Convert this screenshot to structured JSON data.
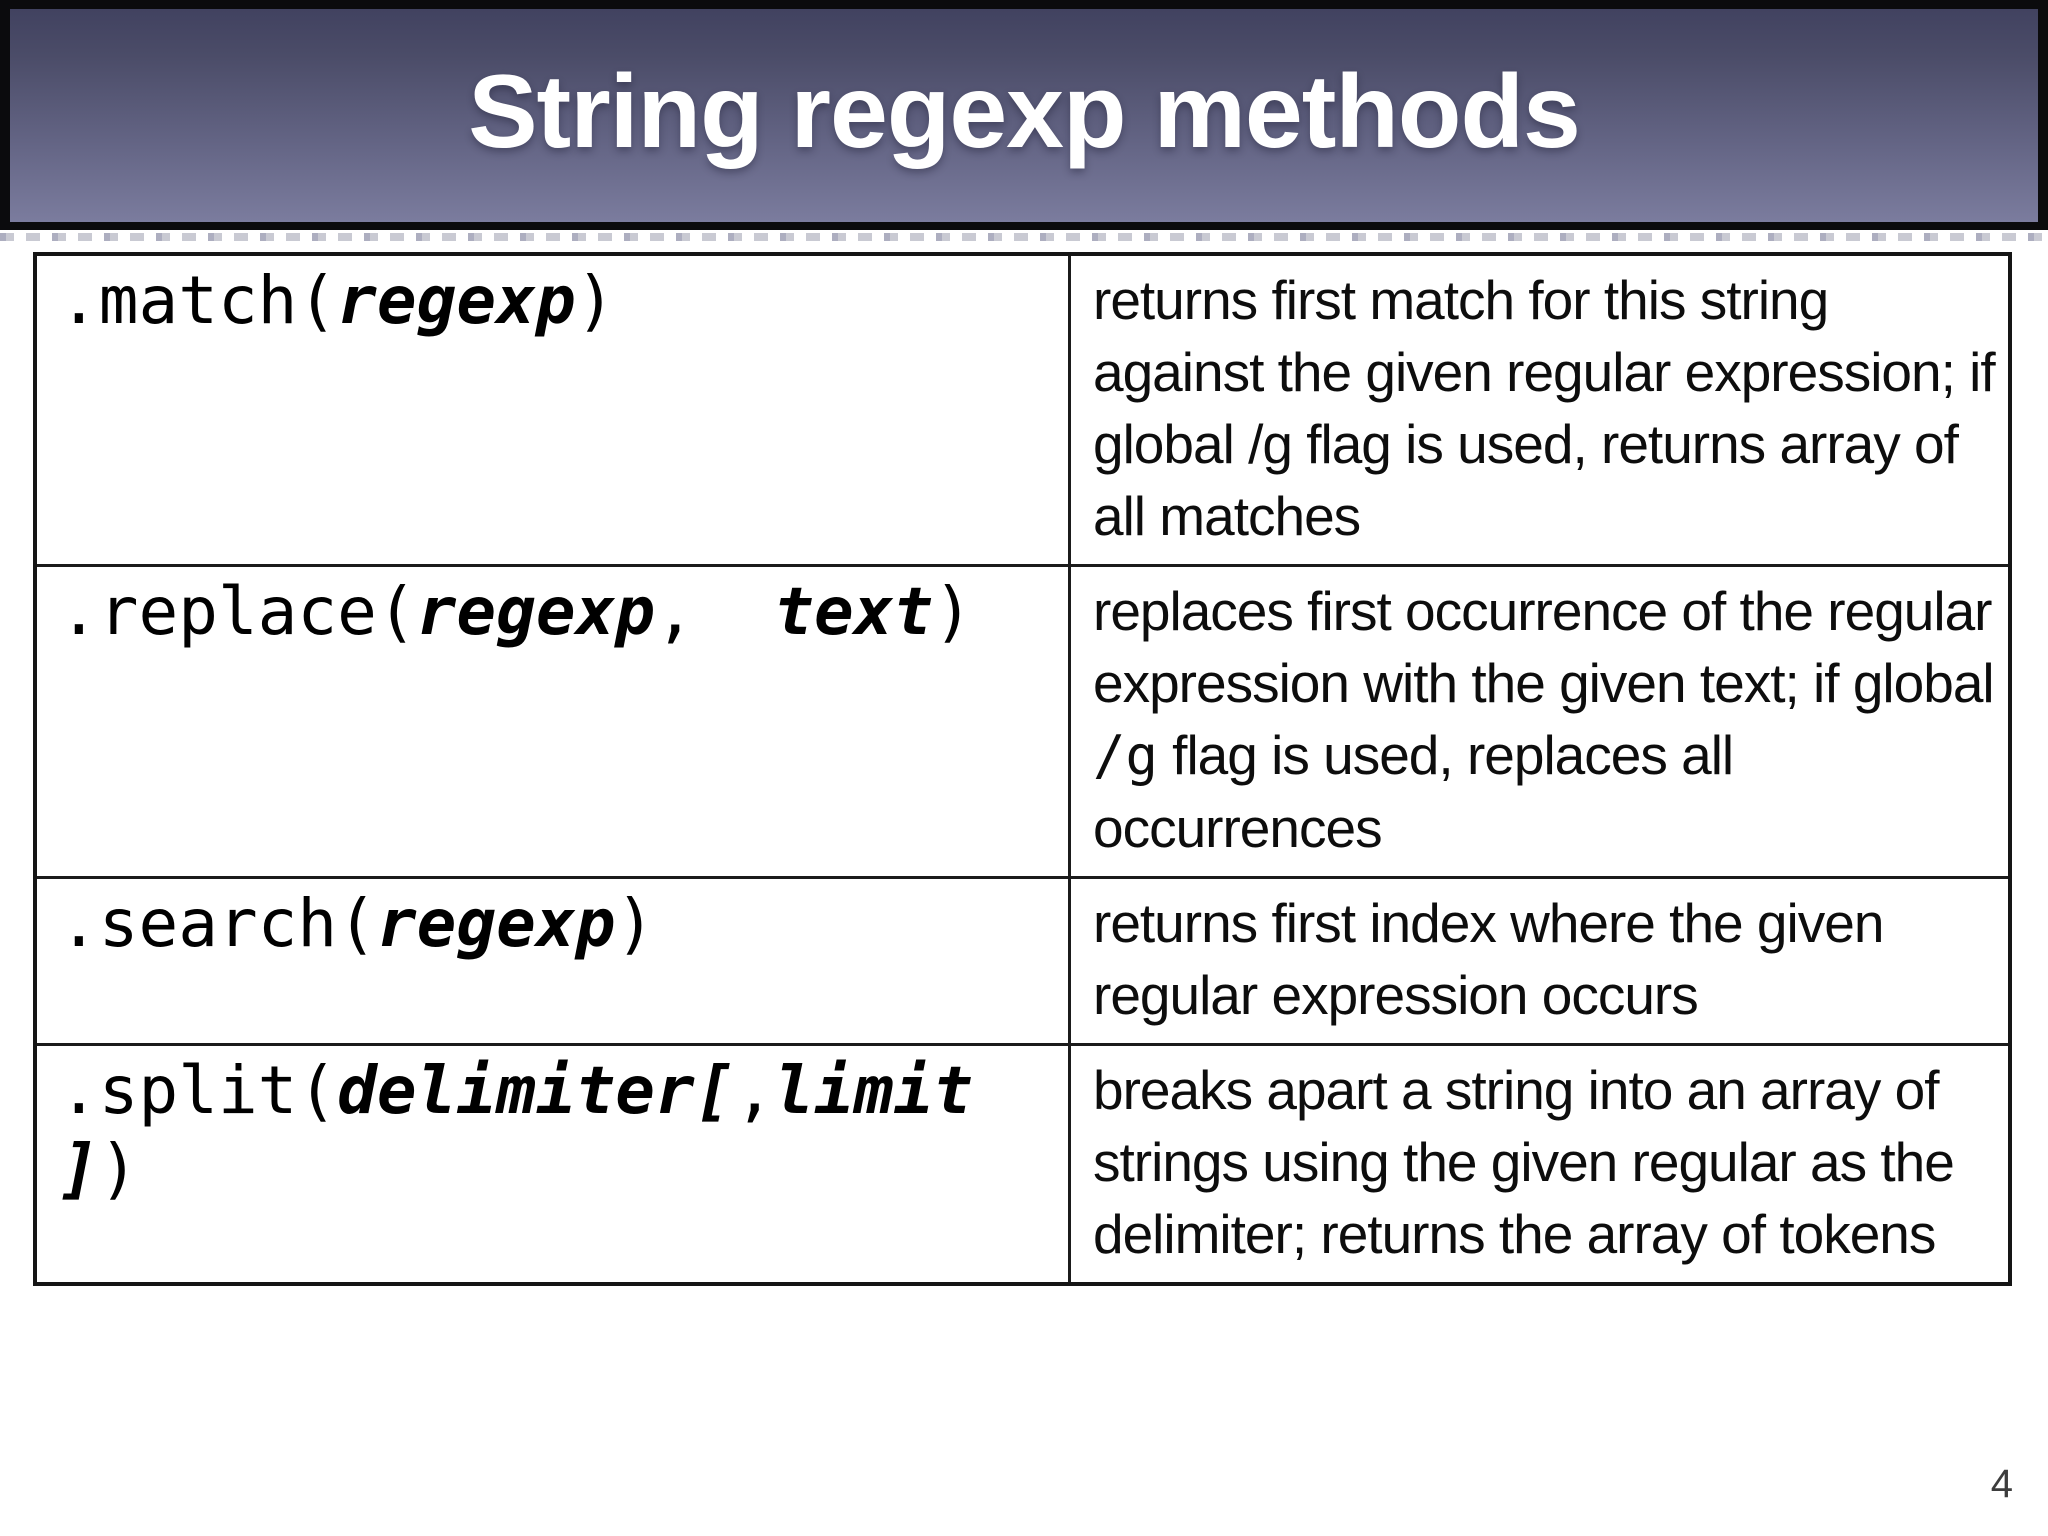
{
  "slide": {
    "title": "String regexp methods",
    "page_number": "4"
  },
  "colors": {
    "header_gradient_top": "#414260",
    "header_gradient_bottom": "#7b7c9e",
    "header_frame": "#0b0b0d",
    "table_border": "#1b1b1b",
    "title_text": "#ffffff",
    "body_text": "#0d0d0d",
    "page_number_text": "#3d3d3d"
  },
  "table": {
    "rows": [
      {
        "method_lines": [
          [
            {
              "t": ".match(",
              "s": "plain"
            },
            {
              "t": "regexp",
              "s": "arg"
            },
            {
              "t": ")",
              "s": "plain"
            }
          ]
        ],
        "description": [
          {
            "t": "returns first match for this string against the given regular expression; if global /g flag is used, returns array of all matches",
            "s": "plain"
          }
        ]
      },
      {
        "method_lines": [
          [
            {
              "t": ".replace(",
              "s": "plain"
            },
            {
              "t": "regexp",
              "s": "arg"
            },
            {
              "t": ",  ",
              "s": "plain"
            },
            {
              "t": "text",
              "s": "arg"
            },
            {
              "t": ")",
              "s": "plain"
            }
          ]
        ],
        "description": [
          {
            "t": "replaces first occurrence of the regular expression with the given text; if global ",
            "s": "plain"
          },
          {
            "t": "/g",
            "s": "mono"
          },
          {
            "t": " flag is used, replaces all occurrences",
            "s": "plain"
          }
        ]
      },
      {
        "method_lines": [
          [
            {
              "t": ".search(",
              "s": "plain"
            },
            {
              "t": "regexp",
              "s": "arg"
            },
            {
              "t": ")",
              "s": "plain"
            }
          ]
        ],
        "description": [
          {
            "t": "returns first index where the given regular expression occurs",
            "s": "plain"
          }
        ]
      },
      {
        "method_lines": [
          [
            {
              "t": ".split(",
              "s": "plain"
            },
            {
              "t": "delimiter[",
              "s": "arg"
            },
            {
              "t": ",",
              "s": "plain"
            },
            {
              "t": "limit",
              "s": "arg"
            }
          ],
          [
            {
              "t": "]",
              "s": "arg"
            },
            {
              "t": ")",
              "s": "plain"
            }
          ]
        ],
        "description": [
          {
            "t": "breaks apart a string into an array of strings using the given regular as the delimiter; returns the array of tokens",
            "s": "plain"
          }
        ]
      }
    ]
  }
}
